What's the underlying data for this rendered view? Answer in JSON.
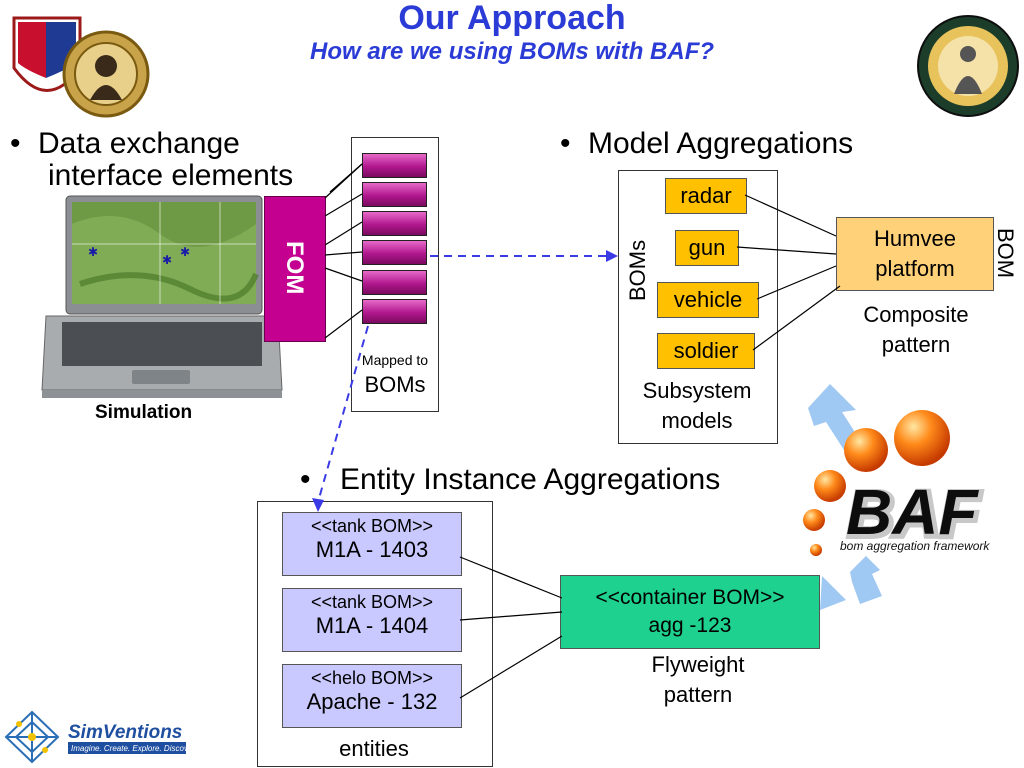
{
  "title": "Our Approach",
  "subtitle": "How are we using BOMs with BAF?",
  "bullets": {
    "data_exchange_line1": "Data exchange",
    "data_exchange_line2": "interface elements",
    "model_aggregations": "Model Aggregations",
    "entity_instance": "Entity Instance Aggregations",
    "bullet_char": "•"
  },
  "simulation_label": "Simulation",
  "fom_label": "FOM",
  "mapped_to": {
    "small": "Mapped to",
    "large": "BOMs"
  },
  "model_section": {
    "side_label": "BOMs",
    "components": [
      "radar",
      "gun",
      "vehicle",
      "soldier"
    ],
    "subsystem_line1": "Subsystem",
    "subsystem_line2": "models",
    "platform_line1": "Humvee",
    "platform_line2": "platform",
    "bom_label": "BOM",
    "pattern_line1": "Composite",
    "pattern_line2": "pattern"
  },
  "entity_section": {
    "items": [
      {
        "type": "<<tank BOM>>",
        "name": "M1A - 1403"
      },
      {
        "type": "<<tank BOM>>",
        "name": "M1A - 1404"
      },
      {
        "type": "<<helo BOM>>",
        "name": "Apache - 132"
      }
    ],
    "entities_label": "entities",
    "container_type": "<<container BOM>>",
    "container_name": "agg -123",
    "pattern_line1": "Flyweight",
    "pattern_line2": "pattern"
  },
  "baf_logo": {
    "word": "BAF",
    "tagline": "bom aggregation framework"
  },
  "simventions_logo": {
    "name": "SimVentions",
    "tagline": "Imagine. Create. Explore. Discover."
  },
  "colors": {
    "title_blue": "#2b3bd6",
    "fom_magenta": "#c3008f",
    "component_yellow": "#ffc000",
    "platform_peach": "#ffd27a",
    "entity_lavender": "#c9c9ff",
    "container_green": "#1fd18e",
    "arrow_blue": "#9fc8f2",
    "dashed_blue": "#3b3be6"
  },
  "icons": [
    "army-seal-icon",
    "rdecom-seal-icon",
    "laptop-icon",
    "baf-logo-icon",
    "simventions-logo-icon"
  ]
}
